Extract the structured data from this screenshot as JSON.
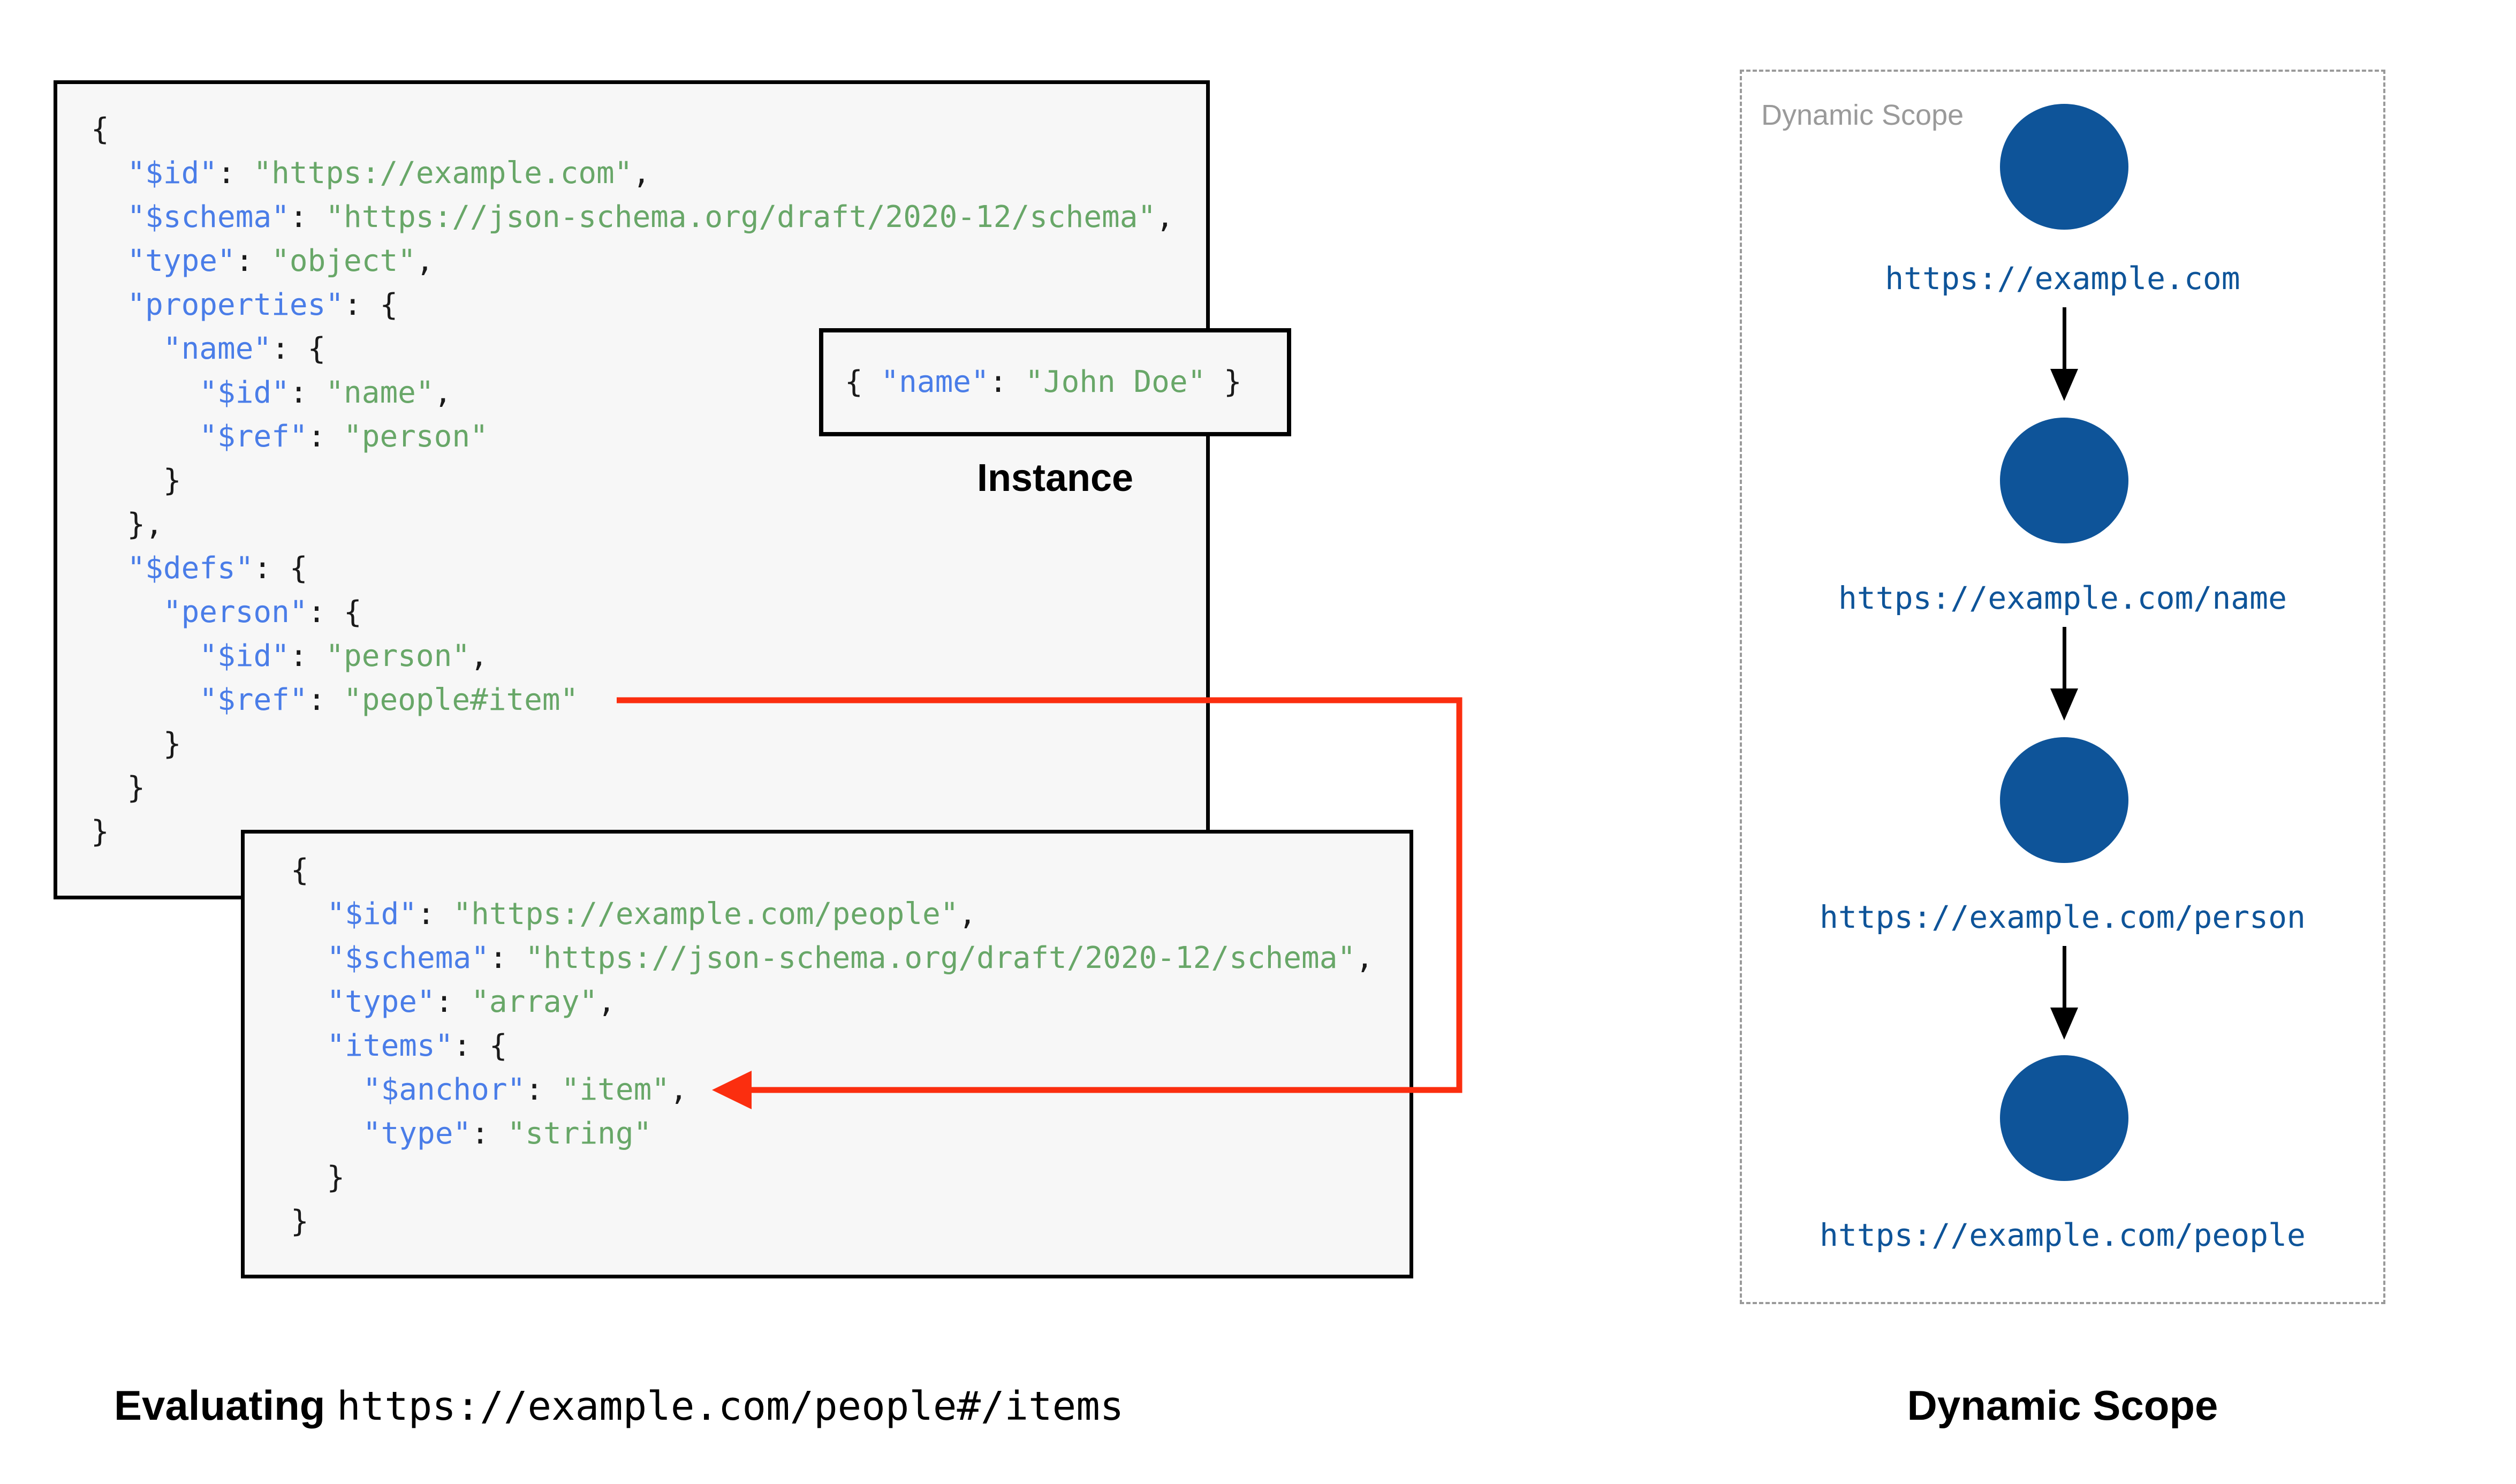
{
  "colors": {
    "key_blue": "#4a7de8",
    "string_green": "#68a768",
    "code_black": "#1a1a1a",
    "node_blue": "#0e5499",
    "connector_red": "#fb2e0f",
    "panel_gray": "#9a9a9a",
    "box_bg": "#f7f7f7"
  },
  "schema_root": {
    "lines": [
      [
        [
          "p",
          "{"
        ]
      ],
      [
        [
          "p",
          "  "
        ],
        [
          "k",
          "\"$id\""
        ],
        [
          "p",
          ": "
        ],
        [
          "s",
          "\"https://example.com\""
        ],
        [
          "p",
          ","
        ]
      ],
      [
        [
          "p",
          "  "
        ],
        [
          "k",
          "\"$schema\""
        ],
        [
          "p",
          ": "
        ],
        [
          "s",
          "\"https://json-schema.org/draft/2020-12/schema\""
        ],
        [
          "p",
          ","
        ]
      ],
      [
        [
          "p",
          "  "
        ],
        [
          "k",
          "\"type\""
        ],
        [
          "p",
          ": "
        ],
        [
          "s",
          "\"object\""
        ],
        [
          "p",
          ","
        ]
      ],
      [
        [
          "p",
          "  "
        ],
        [
          "k",
          "\"properties\""
        ],
        [
          "p",
          ": {"
        ]
      ],
      [
        [
          "p",
          "    "
        ],
        [
          "k",
          "\"name\""
        ],
        [
          "p",
          ": {"
        ]
      ],
      [
        [
          "p",
          "      "
        ],
        [
          "k",
          "\"$id\""
        ],
        [
          "p",
          ": "
        ],
        [
          "s",
          "\"name\""
        ],
        [
          "p",
          ","
        ]
      ],
      [
        [
          "p",
          "      "
        ],
        [
          "k",
          "\"$ref\""
        ],
        [
          "p",
          ": "
        ],
        [
          "s",
          "\"person\""
        ]
      ],
      [
        [
          "p",
          "    }"
        ]
      ],
      [
        [
          "p",
          "  },"
        ]
      ],
      [
        [
          "p",
          "  "
        ],
        [
          "k",
          "\"$defs\""
        ],
        [
          "p",
          ": {"
        ]
      ],
      [
        [
          "p",
          "    "
        ],
        [
          "k",
          "\"person\""
        ],
        [
          "p",
          ": {"
        ]
      ],
      [
        [
          "p",
          "      "
        ],
        [
          "k",
          "\"$id\""
        ],
        [
          "p",
          ": "
        ],
        [
          "s",
          "\"person\""
        ],
        [
          "p",
          ","
        ]
      ],
      [
        [
          "p",
          "      "
        ],
        [
          "k",
          "\"$ref\""
        ],
        [
          "p",
          ": "
        ],
        [
          "s",
          "\"people#item\""
        ]
      ],
      [
        [
          "p",
          "    }"
        ]
      ],
      [
        [
          "p",
          "  }"
        ]
      ],
      [
        [
          "p",
          "}"
        ]
      ]
    ]
  },
  "schema_people": {
    "lines": [
      [
        [
          "p",
          "{"
        ]
      ],
      [
        [
          "p",
          "  "
        ],
        [
          "k",
          "\"$id\""
        ],
        [
          "p",
          ": "
        ],
        [
          "s",
          "\"https://example.com/people\""
        ],
        [
          "p",
          ","
        ]
      ],
      [
        [
          "p",
          "  "
        ],
        [
          "k",
          "\"$schema\""
        ],
        [
          "p",
          ": "
        ],
        [
          "s",
          "\"https://json-schema.org/draft/2020-12/schema\""
        ],
        [
          "p",
          ","
        ]
      ],
      [
        [
          "p",
          "  "
        ],
        [
          "k",
          "\"type\""
        ],
        [
          "p",
          ": "
        ],
        [
          "s",
          "\"array\""
        ],
        [
          "p",
          ","
        ]
      ],
      [
        [
          "p",
          "  "
        ],
        [
          "k",
          "\"items\""
        ],
        [
          "p",
          ": {"
        ]
      ],
      [
        [
          "p",
          "    "
        ],
        [
          "k",
          "\"$anchor\""
        ],
        [
          "p",
          ": "
        ],
        [
          "s",
          "\"item\""
        ],
        [
          "p",
          ","
        ]
      ],
      [
        [
          "p",
          "    "
        ],
        [
          "k",
          "\"type\""
        ],
        [
          "p",
          ": "
        ],
        [
          "s",
          "\"string\""
        ]
      ],
      [
        [
          "p",
          "  }"
        ]
      ],
      [
        [
          "p",
          "}"
        ]
      ]
    ]
  },
  "instance": {
    "label": "Instance",
    "lines": [
      [
        [
          "p",
          "{ "
        ],
        [
          "k",
          "\"name\""
        ],
        [
          "p",
          ": "
        ],
        [
          "s",
          "\"John Doe\""
        ],
        [
          "p",
          " }"
        ]
      ]
    ]
  },
  "dynamic_scope_panel": {
    "label": "Dynamic Scope",
    "nodes": [
      {
        "url": "https://example.com"
      },
      {
        "url": "https://example.com/name"
      },
      {
        "url": "https://example.com/person"
      },
      {
        "url": "https://example.com/people"
      }
    ]
  },
  "footer": {
    "evaluating_label": "Evaluating",
    "evaluating_uri": "https://example.com/people#/items",
    "dynamic_scope_title": "Dynamic Scope"
  }
}
